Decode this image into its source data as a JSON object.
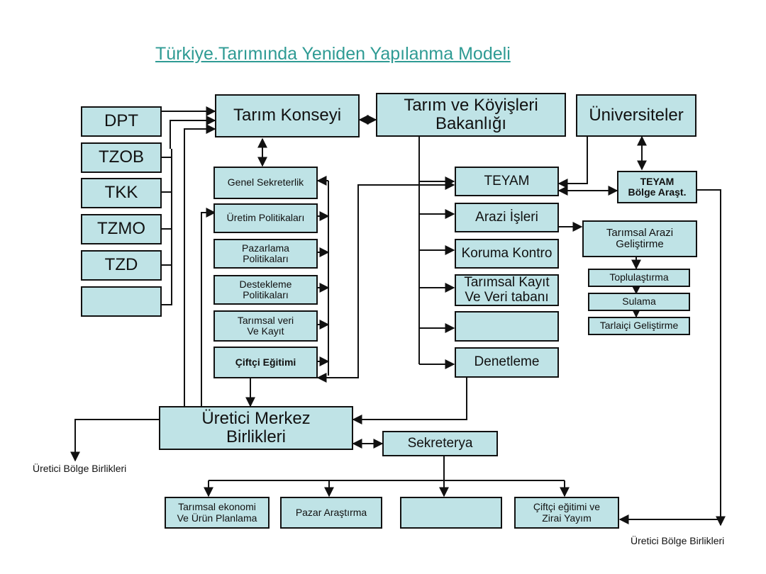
{
  "title": "Türkiye.Tarımında Yeniden Yapılanma Modeli",
  "organizations": [
    "DPT",
    "TZOB",
    "TKK",
    "TZMO",
    "TZD",
    ""
  ],
  "top": {
    "konsey": "Tarım Konseyi",
    "bakanlik": "Tarım ve Köyişleri\nBakanlığı",
    "universiteler": "Üniversiteler"
  },
  "konsey_units": [
    "Genel Sekreterlik",
    "Üretim Politikaları",
    "Pazarlama\nPolitikaları",
    "Destekleme\nPolitikaları",
    "Tarımsal veri\nVe Kayıt",
    "Çiftçi Eğitimi"
  ],
  "bakanlik_units": [
    "TEYAM",
    "Arazi İşleri",
    "Koruma Kontro",
    "Tarımsal Kayıt\nVe Veri tabanı",
    "",
    "Denetleme"
  ],
  "teyam_bolge": "TEYAM\nBölge Araşt.",
  "arazi": {
    "main": "Tarımsal Arazi\nGeliştirme",
    "subs": [
      "Toplulaştırma",
      "Sulama",
      "Tarlaiçi Geliştirme"
    ]
  },
  "center": {
    "uretici": "Üretici Merkez\nBirlikleri",
    "sekreterya": "Sekreterya"
  },
  "bottom_units": [
    "Tarımsal ekonomi\nVe Ürün Planlama",
    "Pazar Araştırma",
    "",
    "Çiftçi eğitimi ve\nZirai Yayım"
  ],
  "labels": {
    "left": "Üretici Bölge Birlikleri",
    "right": "Üretici Bölge Birlikleri"
  },
  "colors": {
    "box_fill": "#bfe3e6",
    "title": "#2f9b94",
    "line": "#111111"
  }
}
